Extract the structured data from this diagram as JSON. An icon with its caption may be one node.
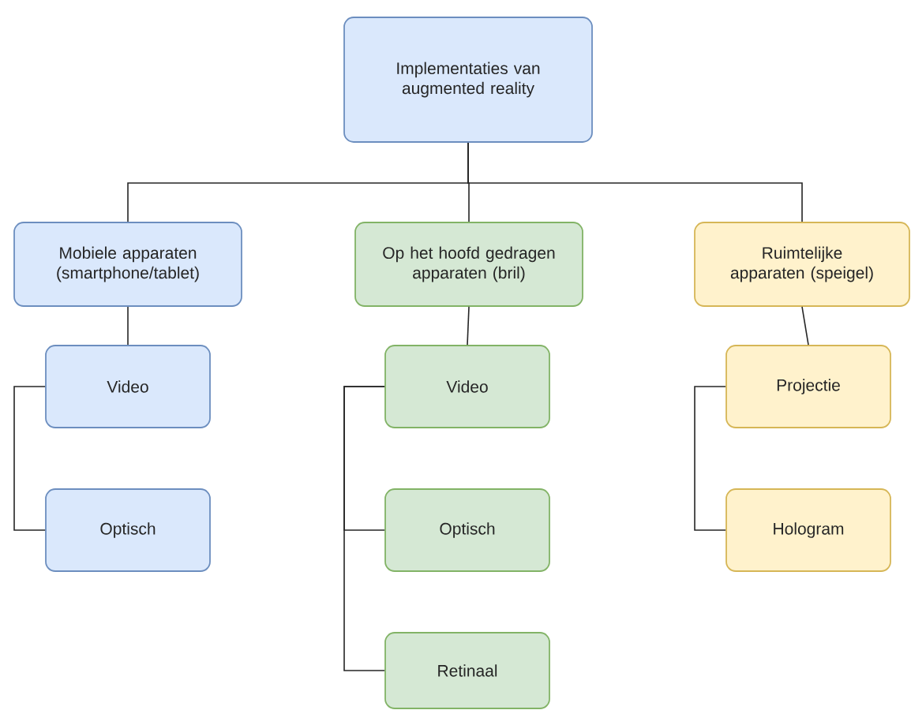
{
  "diagram": {
    "nodes": [
      {
        "text": [
          "Implementaties van augmented reality"
        ]
      },
      {
        "text": [
          "Mobiele apparaten (smartphone/tablet)"
        ]
      },
      {
        "text": [
          "Op het hoofd gedragen apparaten (bril)"
        ]
      },
      {
        "text": [
          "Ruimtelijke apparaten (speigel)"
        ]
      },
      {
        "text": [
          "Video"
        ]
      },
      {
        "text": [
          "Optisch"
        ]
      },
      {
        "text": [
          "Video"
        ]
      },
      {
        "text": [
          "Optisch"
        ]
      },
      {
        "text": [
          "Retinaal"
        ]
      },
      {
        "text": [
          "Projectie"
        ]
      },
      {
        "text": [
          "Hologram"
        ]
      }
    ],
    "edges": [
      {
        "from": 0,
        "to": 1,
        "arrow": "none"
      },
      {
        "from": 0,
        "to": 2,
        "arrow": "none"
      },
      {
        "from": 0,
        "to": 3,
        "arrow": "none"
      },
      {
        "from": 1,
        "to": 4,
        "arrow": "none"
      },
      {
        "from": 2,
        "to": 6,
        "arrow": "none"
      },
      {
        "from": 3,
        "to": 9,
        "arrow": "none"
      },
      {
        "from": 4,
        "to": 5,
        "arrow": "none"
      },
      {
        "from": 6,
        "to": 7,
        "arrow": "none"
      },
      {
        "from": 6,
        "to": 8,
        "arrow": "none"
      },
      {
        "from": 9,
        "to": 10,
        "arrow": "none"
      }
    ]
  }
}
